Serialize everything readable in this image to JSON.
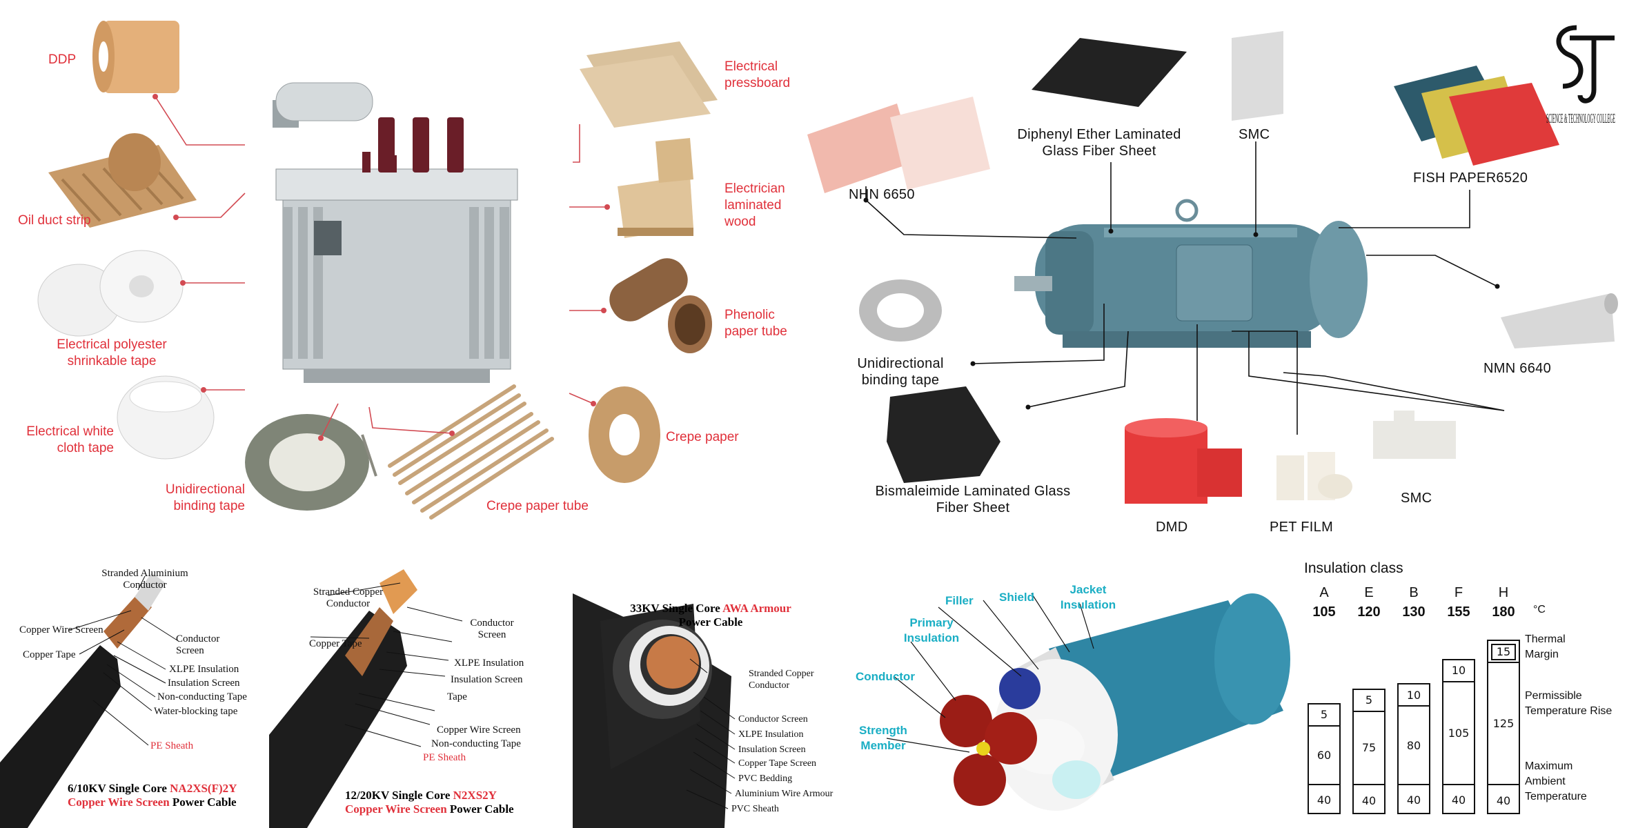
{
  "transformer": {
    "labels": {
      "ddp": "DDP",
      "oil_duct": "Oil duct strip",
      "polyester": "Electrical polyester shrinkable tape",
      "white_cloth": "Electrical white cloth tape",
      "unidir": "Unidirectional binding tape",
      "crepe_tube": "Crepe paper tube",
      "crepe_paper": "Crepe paper",
      "phenolic": "Phenolic paper tube",
      "laminated_wood": "Electrician laminated wood",
      "pressboard": "Electrical pressboard"
    }
  },
  "motor": {
    "labels": {
      "nhn": "NHN 6650",
      "diphenyl": "Diphenyl Ether Laminated Glass Fiber Sheet",
      "smc_top": "SMC",
      "fish": "FISH PAPER6520",
      "unidir": "Unidirectional binding tape",
      "nmn": "NMN 6640",
      "bismaleimide": "Bismaleimide Laminated Glass Fiber Sheet",
      "dmd": "DMD",
      "pet": "PET FILM",
      "smc_bottom": "SMC"
    }
  },
  "logo": {
    "text": "SCIENCE & TECHNOLOGY COLLEGE"
  },
  "cables": {
    "cable1": {
      "labels": [
        "Stranded Aluminium Conductor",
        "Copper Wire Screen",
        "Conductor Screen",
        "Copper Tape",
        "XLPE Insulation",
        "Insulation Screen",
        "Non-conducting Tape",
        "Water-blocking tape",
        "PE Sheath"
      ],
      "caption_pre": "6/10KV Single Core ",
      "caption_code": "NA2XS(F)2Y",
      "caption_line2_red": "Copper Wire Screen",
      "caption_line2": " Power Cable"
    },
    "cable2": {
      "labels": [
        "Stranded Copper Conductor",
        "Conductor Screen",
        "Copper Tape",
        "XLPE Insulation",
        "Insulation Screen",
        "Tape",
        "Copper Wire Screen",
        "Non-conducting Tape",
        "PE Sheath"
      ],
      "caption_pre": "12/20KV Single Core ",
      "caption_code": "N2XS2Y",
      "caption_line2_red": "Copper Wire Screen",
      "caption_line2": " Power Cable"
    },
    "cable3": {
      "title_pre": "33KV Single Core ",
      "title_red": "AWA Armour",
      "title_line2": "Power Cable",
      "labels": [
        "Stranded Copper Conductor",
        "Conductor Screen",
        "XLPE Insulation",
        "Insulation Screen",
        "Copper Tape Screen",
        "PVC Bedding",
        "Aluminium Wire Armour",
        "PVC Sheath"
      ]
    },
    "cable4": {
      "labels": [
        "Filler",
        "Shield",
        "Jacket Insulation",
        "Primary Insulation",
        "Conductor",
        "Strength Member"
      ]
    }
  },
  "insulation": {
    "title": "Insulation class",
    "unit": "°C",
    "classes": [
      {
        "name": "A",
        "temp": "105",
        "margin": "5",
        "rise": "60",
        "ambient": "40",
        "rise_val": 60
      },
      {
        "name": "E",
        "temp": "120",
        "margin": "5",
        "rise": "75",
        "ambient": "40",
        "rise_val": 75
      },
      {
        "name": "B",
        "temp": "130",
        "margin": "10",
        "rise": "80",
        "ambient": "40",
        "rise_val": 80
      },
      {
        "name": "F",
        "temp": "155",
        "margin": "10",
        "rise": "105",
        "ambient": "40",
        "rise_val": 105
      },
      {
        "name": "H",
        "temp": "180",
        "margin": "15",
        "rise": "125",
        "ambient": "40",
        "rise_val": 125
      }
    ],
    "legend": {
      "thermal": "Thermal Margin",
      "permissible": "Permissible Temperature Rise",
      "ambient": "Maximum Ambient Temperature"
    }
  }
}
